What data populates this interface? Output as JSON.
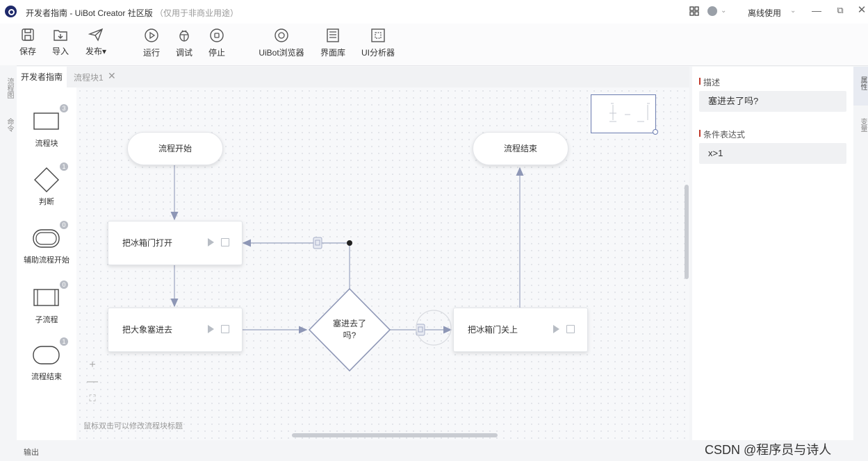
{
  "window": {
    "title": "开发者指南 - UiBot Creator 社区版",
    "subtitle": "（仅用于非商业用途）",
    "offline_label": "离线使用",
    "minimize": "—",
    "restore": "⧉",
    "close": "✕"
  },
  "toolbar": {
    "save": "保存",
    "import": "导入",
    "publish": "发布▾",
    "run": "运行",
    "debug": "调试",
    "stop": "停止",
    "browser": "UiBot浏览器",
    "ui_library": "界面库",
    "ui_analyzer": "UI分析器"
  },
  "left_rail": {
    "top": "流程图",
    "bottom": "命令"
  },
  "tabs": {
    "active": "开发者指南",
    "flow": "流程块1",
    "close": "✕"
  },
  "palette": [
    {
      "label": "流程块",
      "count": "3"
    },
    {
      "label": "判断",
      "count": "1"
    },
    {
      "label": "辅助流程开始",
      "count": "0"
    },
    {
      "label": "子流程",
      "count": "0"
    },
    {
      "label": "流程结束",
      "count": "1"
    }
  ],
  "flow": {
    "start": "流程开始",
    "end": "流程结束",
    "block_open": "把冰箱门打开",
    "block_elephant": "把大象塞进去",
    "decision_line1": "塞进去了",
    "decision_line2": "吗?",
    "block_close": "把冰箱门关上"
  },
  "canvas": {
    "hint": "鼠标双击可以修改流程块标题",
    "zoom_in": "+",
    "zoom_out": "—",
    "fit": "⛶"
  },
  "properties": {
    "desc_label": "描述",
    "desc_value": "塞进去了吗?",
    "cond_label": "条件表达式",
    "cond_value": "x>1"
  },
  "right_rail": {
    "tab1": "属性",
    "tab2": "变量"
  },
  "status": {
    "output": "输出"
  },
  "watermark": "CSDN @程序员与诗人"
}
